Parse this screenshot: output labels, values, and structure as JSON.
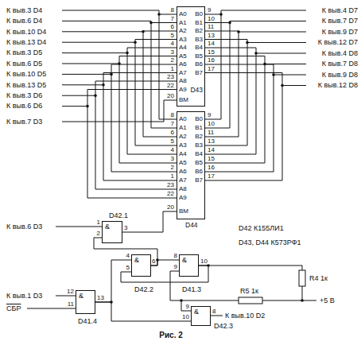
{
  "diagram": {
    "caption": "Рис. 2",
    "nodes": [
      {
        "text": [
          "D43"
        ]
      },
      {
        "text": [
          "D44"
        ]
      },
      {
        "text": [
          "&",
          "D42.1"
        ]
      },
      {
        "text": [
          "&",
          "D42.2"
        ]
      },
      {
        "text": [
          "&",
          "D41.3"
        ]
      },
      {
        "text": [
          "&",
          "D41.4"
        ]
      },
      {
        "text": [
          "&",
          "D42.3"
        ]
      }
    ],
    "edges": [
      {
        "from": 5,
        "to": 3,
        "arrow": "none"
      },
      {
        "from": 3,
        "to": 4,
        "arrow": "none"
      },
      {
        "from": 4,
        "to": 3,
        "arrow": "none"
      },
      {
        "from": 3,
        "to": 2,
        "arrow": "none"
      },
      {
        "from": 2,
        "to": 1,
        "arrow": "none"
      },
      {
        "from": 5,
        "to": 6,
        "arrow": "none"
      }
    ],
    "labels": [
      "К выв.3 D4",
      "К выв.6 D4",
      "К выв.10 D4",
      "К выв.13 D4",
      "К выв.3 D5",
      "К выв.6 D5",
      "К выв.10 D5",
      "К выв.13 D5",
      "К выв.3 D6",
      "К выв.6 D6",
      "К выв.7 D3",
      "К выв.4 D7",
      "К выв.7 D7",
      "К выв.9 D7",
      "К выв.12 D7",
      "К выв.4 D8",
      "К выв.7 D8",
      "К выв.9 D8",
      "К выв.12 D8",
      "A0",
      "A1",
      "A2",
      "A3",
      "A4",
      "A5",
      "A6",
      "A7",
      "A8",
      "A9",
      "ВМ",
      "B0",
      "B1",
      "B2",
      "B3",
      "B4",
      "B5",
      "B6",
      "B7",
      "8",
      "7",
      "6",
      "5",
      "4",
      "3",
      "2",
      "1",
      "23",
      "22",
      "20",
      "9",
      "10",
      "11",
      "13",
      "14",
      "15",
      "16",
      "17",
      "A0",
      "A1",
      "A2",
      "A3",
      "A4",
      "A5",
      "A6",
      "A7",
      "A8",
      "A9",
      "ВМ",
      "B0",
      "B1",
      "B2",
      "B3",
      "B4",
      "B5",
      "B6",
      "B7",
      "8",
      "7",
      "6",
      "5",
      "4",
      "3",
      "2",
      "1",
      "23",
      "22",
      "20",
      "9",
      "10",
      "11",
      "13",
      "14",
      "15",
      "16",
      "17",
      "К выв.6 D3",
      "К выв.1 D3",
      "СБР",
      "R4 1к",
      "R5 1к",
      "+5 В",
      "К выв.10 D2",
      "D42 К155ЛИ1",
      "D43, D44 К573РФ1",
      "1",
      "2",
      "3",
      "4",
      "5",
      "6",
      "8",
      "9",
      "10",
      "12",
      "11",
      "13",
      "9",
      "10",
      "8"
    ]
  }
}
